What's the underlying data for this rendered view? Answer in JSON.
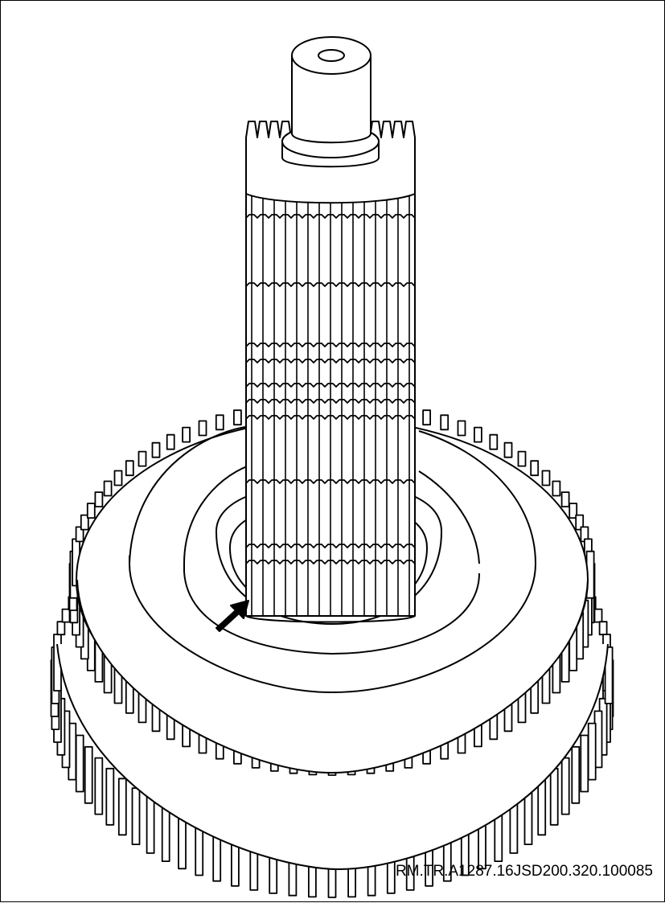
{
  "figure": {
    "reference_code": "RM.TR.A1287.16JSD200.320.100085",
    "subject": "transmission-shaft-with-gear-cluster",
    "stroke_color": "#000000",
    "fill_color": "#ffffff",
    "callout": "arrow-pointing-to-shaft-base"
  }
}
